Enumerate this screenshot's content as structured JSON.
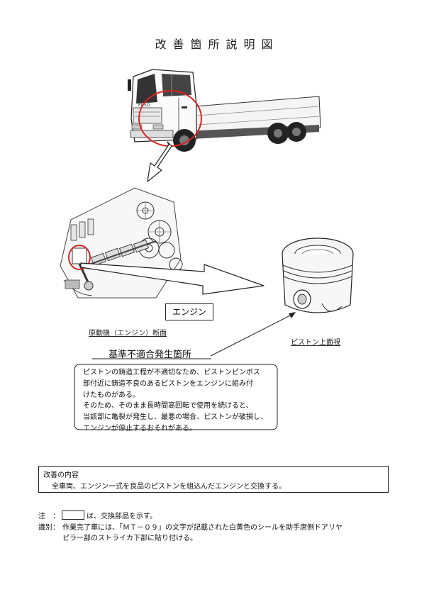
{
  "title": "改善箇所説明図",
  "engine_label": "エンジン",
  "engine_caption": "原動機（エンジン）断面",
  "piston_caption": "ピストン上面視",
  "defect_heading": "基準不適合発生箇所",
  "defect_lines": [
    "ピストンの鋳造工程が不適切なため、ピストンピンボス",
    "部付近に鋳造不良のあるピストンをエンジンに組み付",
    "けたものがある。",
    "そのため、そのまま長時間高回転で使用を続けると、",
    "当該部に亀裂が発生し、最悪の場合、ピストンが破損し、",
    "エンジンが停止するおそれがある。"
  ],
  "improvement": {
    "heading": "改善の内容",
    "body": "全車両、エンジン一式を良品のピストンを組込んだエンジンと交換する。"
  },
  "notes": {
    "note_key": "注　：",
    "note_text": "は、交換部品を示す。",
    "id_key": "識別：",
    "id_line1": "作業完了車には、「ＭＴ－０９」の文字が記載された白黄色のシールを助手席側ドアリヤ",
    "id_line2": "ピラー部のストライカ下部に貼り付ける。"
  },
  "truck_badge": "FUSO"
}
